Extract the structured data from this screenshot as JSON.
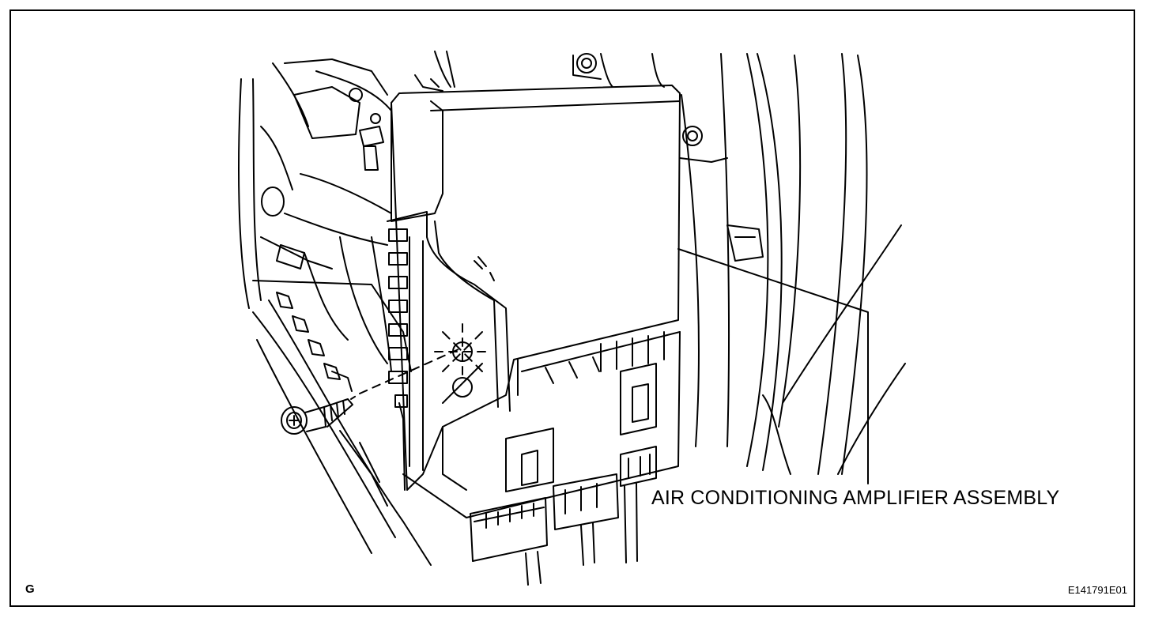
{
  "diagram": {
    "callout_label": "AIR CONDITIONING AMPLIFIER ASSEMBLY",
    "corner_code": "G",
    "figure_id": "E141791E01"
  },
  "colors": {
    "line": "#000000",
    "background": "#ffffff"
  }
}
